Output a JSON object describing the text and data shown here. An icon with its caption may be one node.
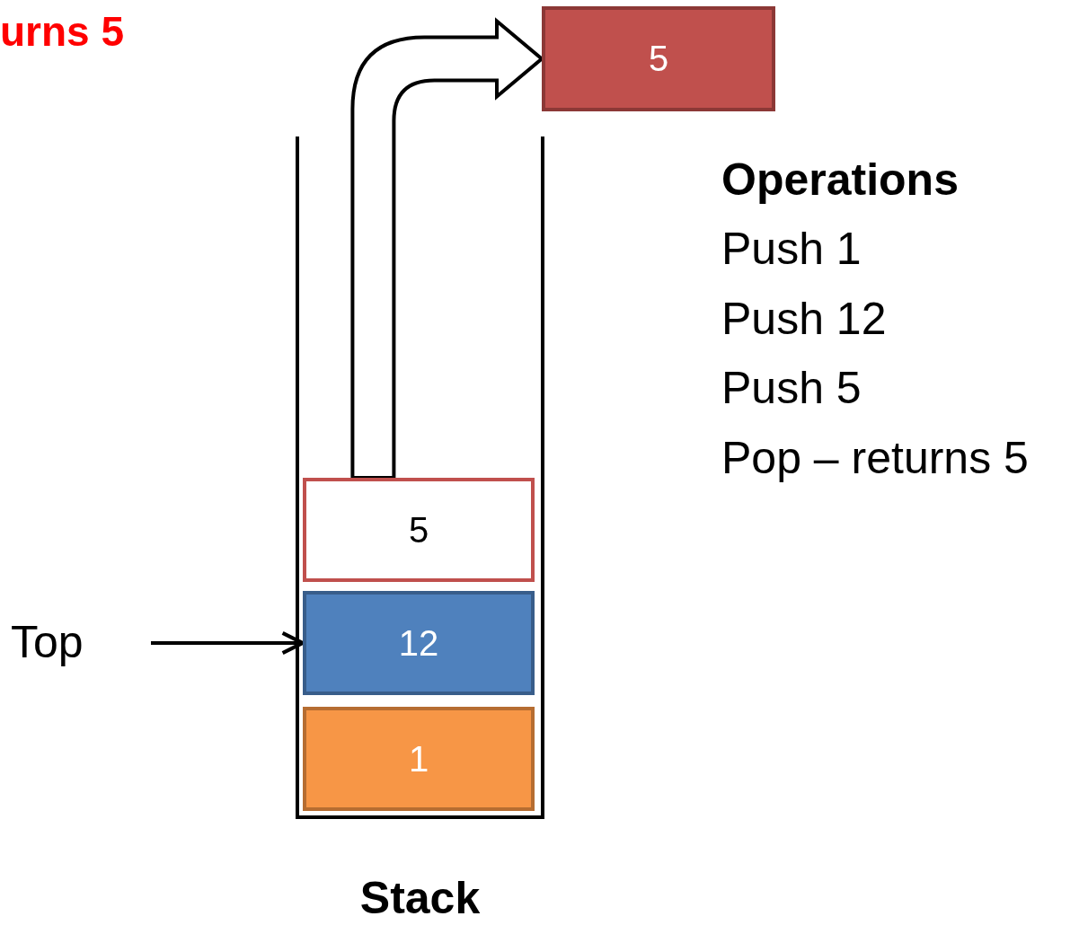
{
  "diagram": {
    "nodes": [
      {
        "text": [
          "5"
        ]
      },
      {
        "text": [
          "Stack"
        ]
      },
      {
        "text": [
          "5"
        ],
        "in": 1
      },
      {
        "text": [
          "12"
        ],
        "in": 1
      },
      {
        "text": [
          "1"
        ],
        "in": 1
      },
      {
        "text": [
          "Top"
        ]
      }
    ],
    "edges": [
      {
        "from": 2,
        "to": 0,
        "arrow": "to",
        "style": "thick"
      },
      {
        "from": 5,
        "to": 3,
        "arrow": "to"
      }
    ],
    "labels": [
      "urns 5",
      "Operations",
      "Push 1",
      "Push 12",
      "Push 5",
      "Pop – returns 5"
    ]
  }
}
